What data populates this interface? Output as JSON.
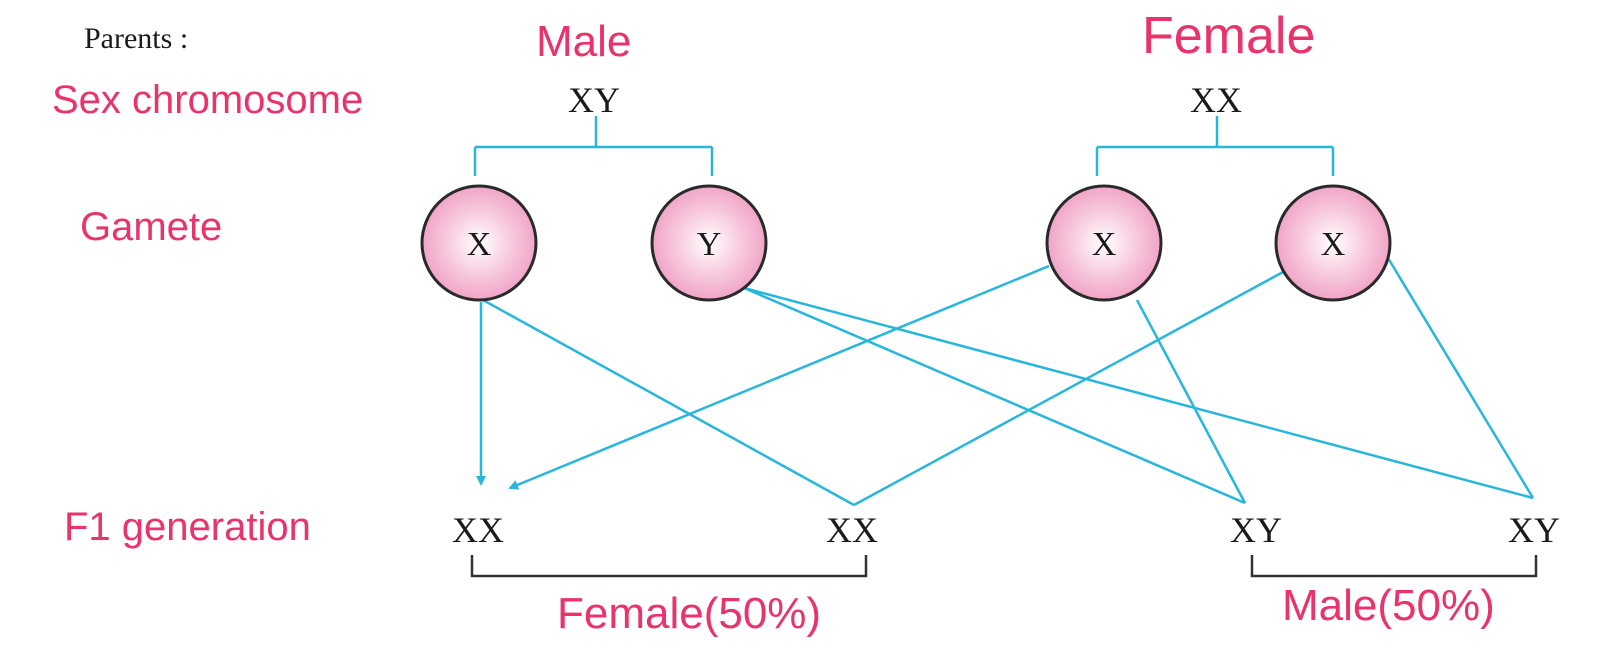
{
  "labels": {
    "parents": "Parents :",
    "sex_chromosome": "Sex chromosome",
    "gamete": "Gamete",
    "f1_generation": "F1 generation"
  },
  "male_parent": {
    "title": "Male",
    "genotype": "XY"
  },
  "female_parent": {
    "title": "Female",
    "genotype": "XX"
  },
  "gametes": [
    "X",
    "Y",
    "X",
    "X"
  ],
  "offspring": [
    "XX",
    "XX",
    "XY",
    "XY"
  ],
  "groups": {
    "female_result": "Female(50%)",
    "male_result": "Male(50%)"
  },
  "colors": {
    "label_pink": "#e8336d",
    "line_blue": "#29b6dc",
    "gamete_fill": "#f2a9c9",
    "gamete_stroke": "#2a2a2a",
    "text_black": "#1a1a1a"
  }
}
